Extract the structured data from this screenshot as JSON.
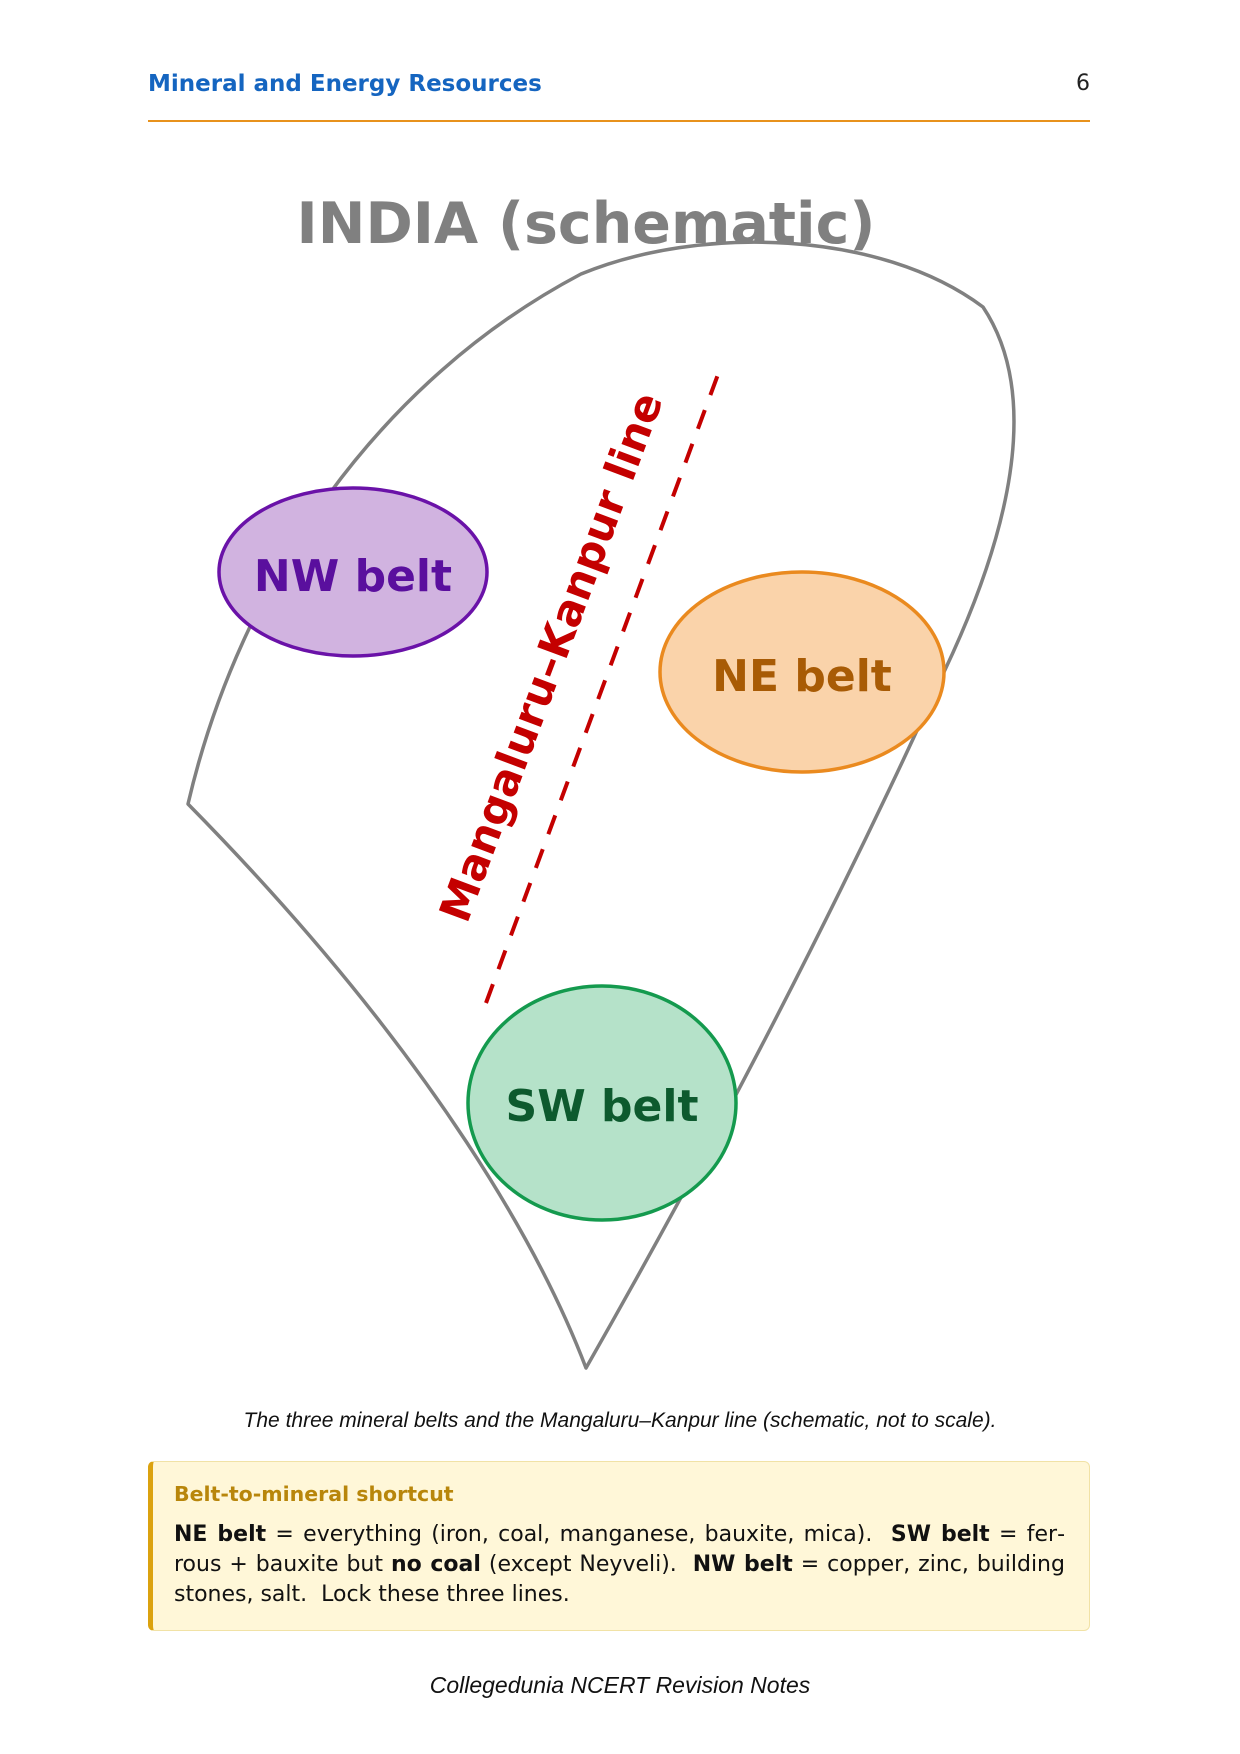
{
  "header": {
    "title": "Mineral and Energy Resources",
    "page_number": "6"
  },
  "figure": {
    "title": "INDIA (schematic)",
    "outline_color": "#808080",
    "belts": [
      {
        "label": "NW belt",
        "fill": "#d1b3e0",
        "stroke": "#6a12a8",
        "text_color": "#5a0f9e"
      },
      {
        "label": "NE belt",
        "fill": "#fad3aa",
        "stroke": "#ea8a1f",
        "text_color": "#a85b05"
      },
      {
        "label": "SW belt",
        "fill": "#b5e2c9",
        "stroke": "#149a4e",
        "text_color": "#0d5a2e"
      }
    ],
    "line_label": "Mangaluru–Kanpur line",
    "line_color": "#c40000",
    "caption": "The three mineral belts and the Mangaluru–Kanpur line (schematic, not to scale)."
  },
  "callout": {
    "title": "Belt-to-mineral shortcut",
    "segments": [
      "NE belt",
      " = everything (iron, coal, manganese, bauxite, mica).  ",
      "SW belt",
      " = fer­rous + bauxite but ",
      "no coal",
      " (except Neyveli).  ",
      "NW belt",
      " = copper, zinc, building stones, salt.  Lock these three lines."
    ]
  },
  "footer": {
    "text": "Collegedunia NCERT Revision Notes"
  }
}
